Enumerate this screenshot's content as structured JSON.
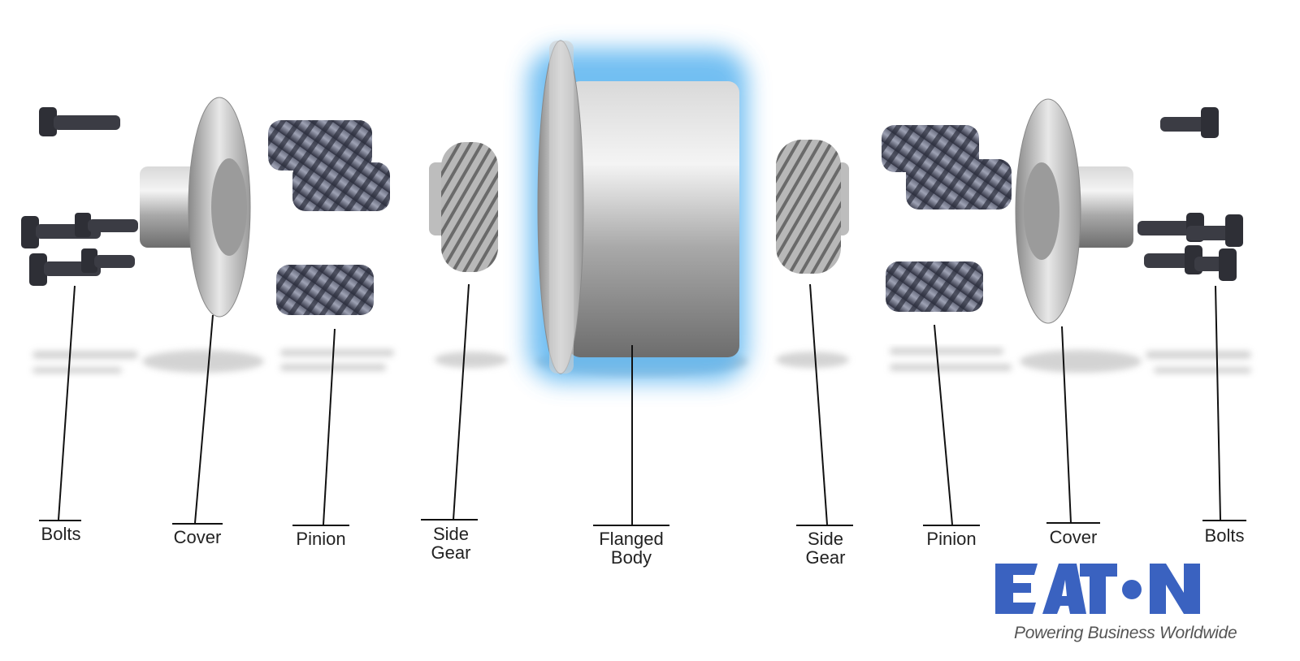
{
  "diagram": {
    "parts": [
      {
        "id": "bolts-left",
        "label": "Bolts"
      },
      {
        "id": "cover-left",
        "label": "Cover"
      },
      {
        "id": "pinion-left",
        "label": "Pinion"
      },
      {
        "id": "side-gear-left",
        "label": "Side\nGear"
      },
      {
        "id": "flanged-body",
        "label": "Flanged\nBody"
      },
      {
        "id": "side-gear-right",
        "label": "Side\nGear"
      },
      {
        "id": "pinion-right",
        "label": "Pinion"
      },
      {
        "id": "cover-right",
        "label": "Cover"
      },
      {
        "id": "bolts-right",
        "label": "Bolts"
      }
    ],
    "highlight_color": "#5ab4f0"
  },
  "brand": {
    "logo_text": "EATON",
    "logo_color": "#3a62c0",
    "tagline": "Powering Business Worldwide"
  }
}
